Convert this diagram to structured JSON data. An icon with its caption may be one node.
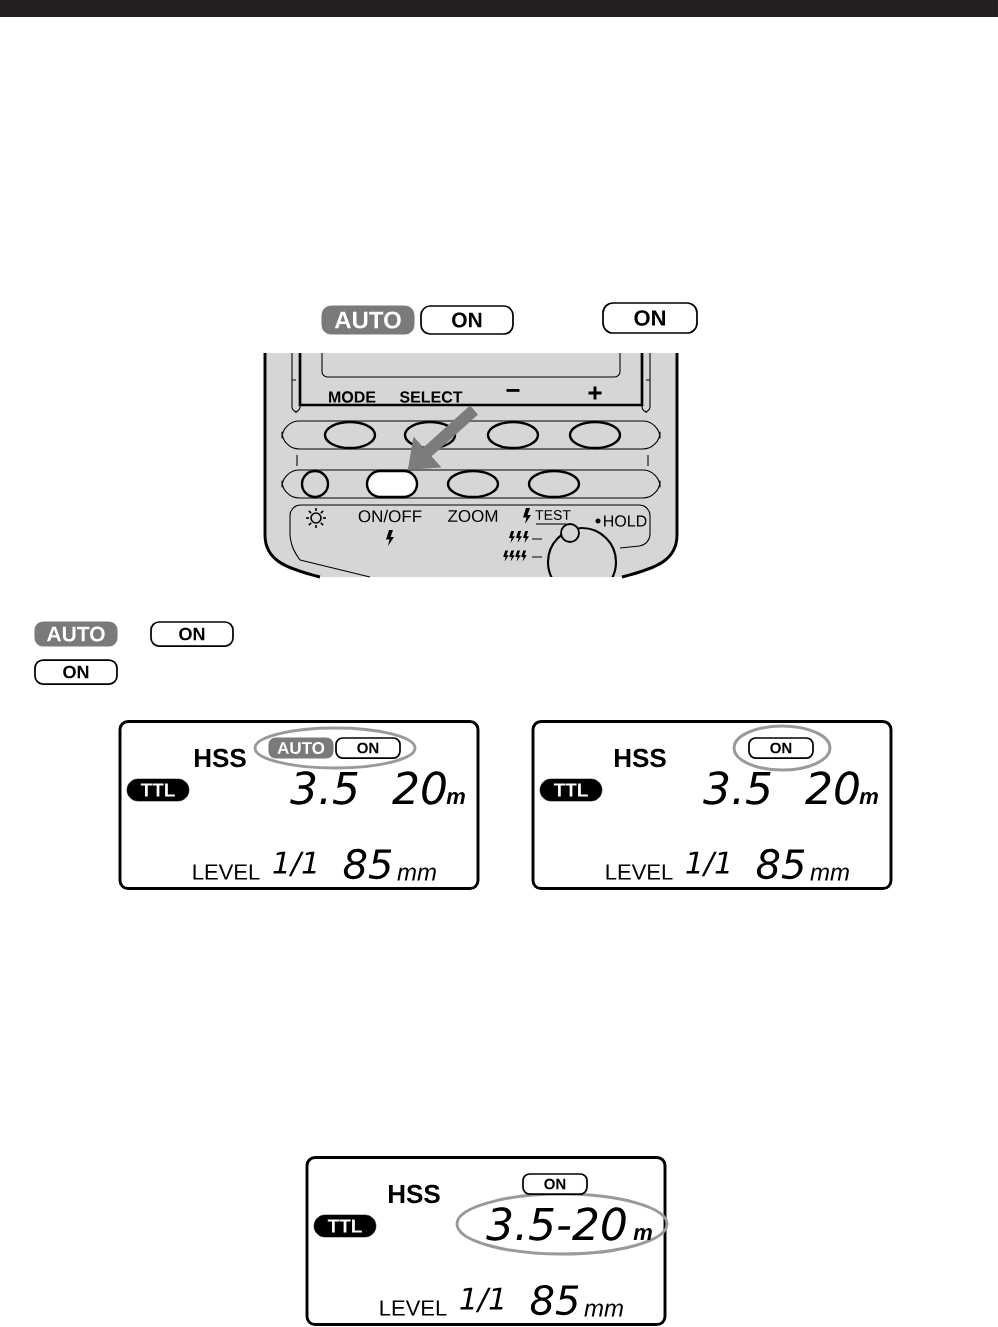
{
  "diagram": {
    "nodes": [
      {
        "text": [
          "AUTO"
        ]
      },
      {
        "text": [
          "ON"
        ]
      },
      {
        "text": [
          "ON"
        ]
      },
      {
        "text": [
          "MODE",
          "SELECT",
          "−",
          "+",
          "ON/OFF",
          "ZOOM",
          "TEST",
          "HOLD"
        ]
      },
      {
        "text": [],
        "shape": "box",
        "in": 3
      },
      {
        "text": [
          "AUTO"
        ]
      },
      {
        "text": [
          "ON"
        ]
      },
      {
        "text": [
          "ON"
        ]
      },
      {
        "text": [
          "HSS",
          "3.5",
          "20",
          "m",
          "LEVEL",
          "1/1",
          "85",
          "mm"
        ]
      },
      {
        "text": [
          "TTL"
        ],
        "in": 8
      },
      {
        "text": [
          "AUTO"
        ],
        "in": 8
      },
      {
        "text": [
          "ON"
        ],
        "in": 8
      },
      {
        "text": [
          "HSS",
          "3.5",
          "20",
          "m",
          "LEVEL",
          "1/1",
          "85",
          "mm"
        ]
      },
      {
        "text": [
          "TTL"
        ],
        "in": 12
      },
      {
        "text": [
          "ON"
        ],
        "in": 12
      },
      {
        "text": [
          "HSS",
          "3.5-20",
          "m",
          "LEVEL",
          "1/1",
          "85",
          "mm"
        ]
      },
      {
        "text": [
          "TTL"
        ],
        "in": 15
      },
      {
        "text": [
          "ON"
        ],
        "in": 15
      }
    ],
    "edges": [
      {
        "from": null,
        "to": 4,
        "arrow": "to"
      }
    ]
  }
}
